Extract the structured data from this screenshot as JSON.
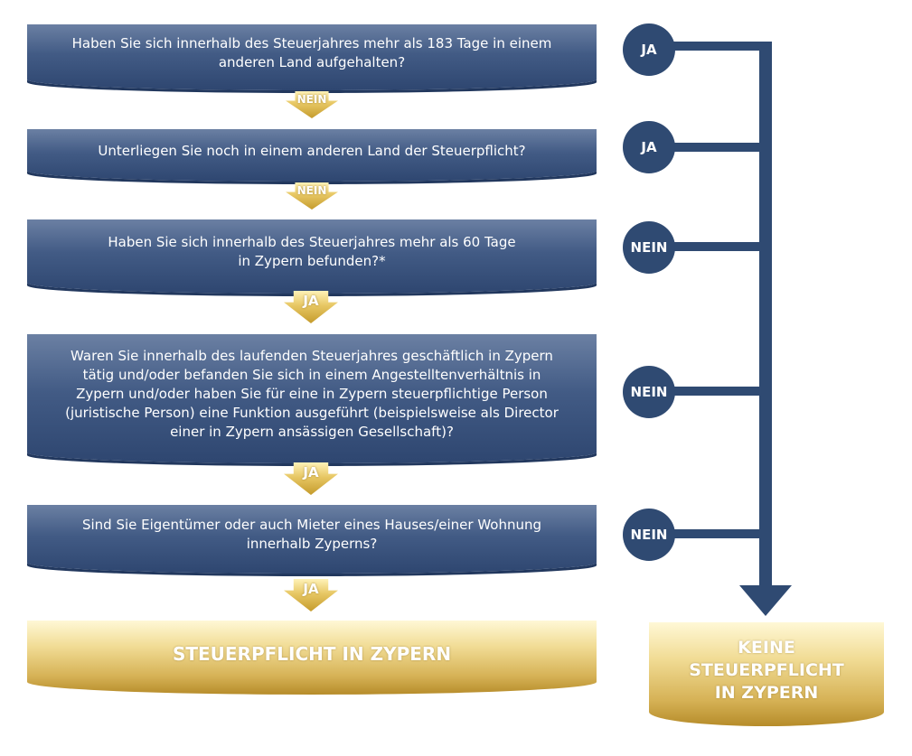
{
  "questions": [
    {
      "lines": [
        "Haben Sie sich innerhalb des Steuerjahres mehr als 183 Tage in einem",
        "anderen Land aufgehalten?"
      ],
      "next": "NEIN",
      "side": "JA"
    },
    {
      "lines": [
        "Unterliegen Sie noch in einem anderen Land der Steuerpflicht?"
      ],
      "next": "NEIN",
      "side": "JA"
    },
    {
      "lines": [
        "Haben Sie sich innerhalb des Steuerjahres mehr als 60 Tage",
        "in Zypern befunden?*"
      ],
      "next": "JA",
      "side": "NEIN"
    },
    {
      "lines": [
        "Waren Sie innerhalb des laufenden Steuerjahres geschäftlich in Zypern",
        "tätig und/oder befanden Sie sich in einem Angestelltenverhältnis in",
        "Zypern und/oder haben Sie für eine in Zypern steuerpflichtige Person",
        "(juristische Person) eine Funktion ausgeführt (beispielsweise als Director",
        "einer in Zypern ansässigen Gesellschaft)?"
      ],
      "next": "JA",
      "side": "NEIN"
    },
    {
      "lines": [
        "Sind Sie Eigentümer oder auch Mieter eines Hauses/einer Wohnung",
        "innerhalb Zyperns?"
      ],
      "next": "JA",
      "side": "NEIN"
    }
  ],
  "results": {
    "left": {
      "lines": [
        "STEUERPFLICHT IN ZYPERN"
      ]
    },
    "right": {
      "lines": [
        "KEINE",
        "STEUERPFLICHT",
        "IN ZYPERN"
      ]
    }
  },
  "colors": {
    "navy": "#2f4a72",
    "gold": "#d6b256"
  }
}
